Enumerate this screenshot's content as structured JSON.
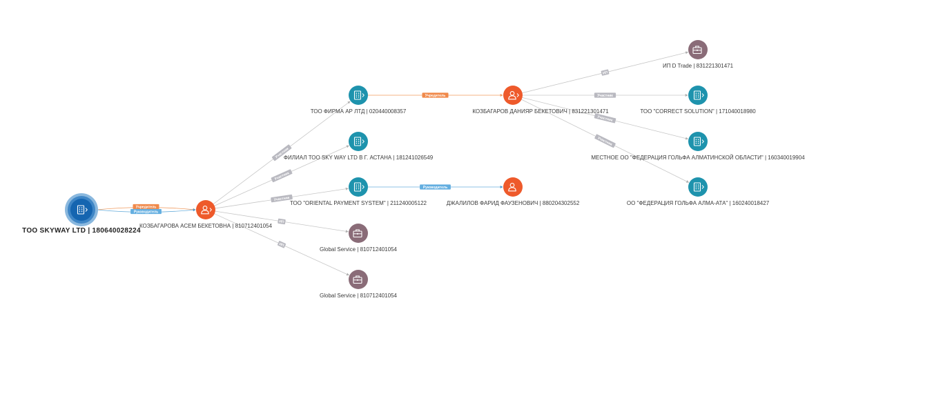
{
  "colors": {
    "company": "#1e93ad",
    "person": "#ee5a2b",
    "entrepreneur": "#8a6c78",
    "root_core": "#1565b0",
    "root_ring1": "#3f86c6",
    "root_ring2": "#8ab8de",
    "edge_gray": "#c6c6c6",
    "edge_orange": "#f09a5e",
    "edge_blue": "#6aaedb",
    "tag_gray": "#b9b9c0",
    "tag_orange": "#f0894a",
    "tag_blue": "#63aee0"
  },
  "nodes": [
    {
      "id": "root",
      "type": "root",
      "icon": "building-icon",
      "label": "ТОО SKYWAY LTD | 180640028224"
    },
    {
      "id": "kozbagarova",
      "type": "person",
      "icon": "person-icon",
      "label": "КОЗБАГАРОВА АСЕМ БЕКЕТОВНА | 810712401054"
    },
    {
      "id": "firma_ar",
      "type": "company",
      "icon": "building-icon",
      "label": "ТОО ФИРМА АР ЛТД | 020440008357"
    },
    {
      "id": "filial",
      "type": "company",
      "icon": "building-icon",
      "label": "ФИЛИАЛ ТОО SKY WAY LTD В Г. АСТАНА | 181241026549"
    },
    {
      "id": "oriental",
      "type": "company",
      "icon": "building-icon",
      "label": "ТОО \"ORIENTAL PAYMENT SYSTEM\" | 211240005122"
    },
    {
      "id": "global1",
      "type": "entrepreneur",
      "icon": "briefcase-icon",
      "label": "Global Service | 810712401054"
    },
    {
      "id": "global2",
      "type": "entrepreneur",
      "icon": "briefcase-icon",
      "label": "Global Service | 810712401054"
    },
    {
      "id": "kozbagarov",
      "type": "person",
      "icon": "person-icon",
      "label": "КОЗБАГАРОВ ДАНИЯР БЕКЕТОВИЧ | 831221301471"
    },
    {
      "id": "dzhalilov",
      "type": "person",
      "icon": "person-icon",
      "label": "ДЖАЛИЛОВ ФАРИД ФАУЗЕНОВИЧ | 880204302552"
    },
    {
      "id": "ip_d_trade",
      "type": "entrepreneur",
      "icon": "briefcase-icon",
      "label": "ИП D Trade | 831221301471"
    },
    {
      "id": "correct_solution",
      "type": "company",
      "icon": "building-icon",
      "label": "ТОО \"CORRECT SOLUTION\" | 171040018980"
    },
    {
      "id": "mestnoe_oo",
      "type": "company",
      "icon": "building-icon",
      "label": "МЕСТНОЕ ОО \"ФЕДЕРАЦИЯ ГОЛЬФА АЛМАТИНСКОЙ ОБЛАСТИ\" | 160340019904"
    },
    {
      "id": "oo_fed",
      "type": "company",
      "icon": "building-icon",
      "label": "ОО \"ФЕДЕРАЦИЯ ГОЛЬФА АЛМА-АТА\" | 160240018427"
    }
  ],
  "edges": [
    {
      "from": "root",
      "to": "kozbagarova",
      "tag": "Учредитель",
      "style": "orange"
    },
    {
      "from": "root",
      "to": "kozbagarova",
      "tag": "Руководитель",
      "style": "blue"
    },
    {
      "from": "kozbagarova",
      "to": "firma_ar",
      "tag": "Участник",
      "style": "gray"
    },
    {
      "from": "kozbagarova",
      "to": "filial",
      "tag": "Участник",
      "style": "gray"
    },
    {
      "from": "kozbagarova",
      "to": "oriental",
      "tag": "Участник",
      "style": "gray"
    },
    {
      "from": "kozbagarova",
      "to": "global1",
      "tag": "ИП",
      "style": "gray"
    },
    {
      "from": "kozbagarova",
      "to": "global2",
      "tag": "ИП",
      "style": "gray"
    },
    {
      "from": "firma_ar",
      "to": "kozbagarov",
      "tag": "Учредитель",
      "style": "orange"
    },
    {
      "from": "oriental",
      "to": "dzhalilov",
      "tag": "Руководитель",
      "style": "blue"
    },
    {
      "from": "kozbagarov",
      "to": "ip_d_trade",
      "tag": "ИП",
      "style": "gray"
    },
    {
      "from": "kozbagarov",
      "to": "correct_solution",
      "tag": "Участник",
      "style": "gray"
    },
    {
      "from": "kozbagarov",
      "to": "mestnoe_oo",
      "tag": "Участник",
      "style": "gray"
    },
    {
      "from": "kozbagarov",
      "to": "oo_fed",
      "tag": "Участник",
      "style": "gray"
    }
  ]
}
